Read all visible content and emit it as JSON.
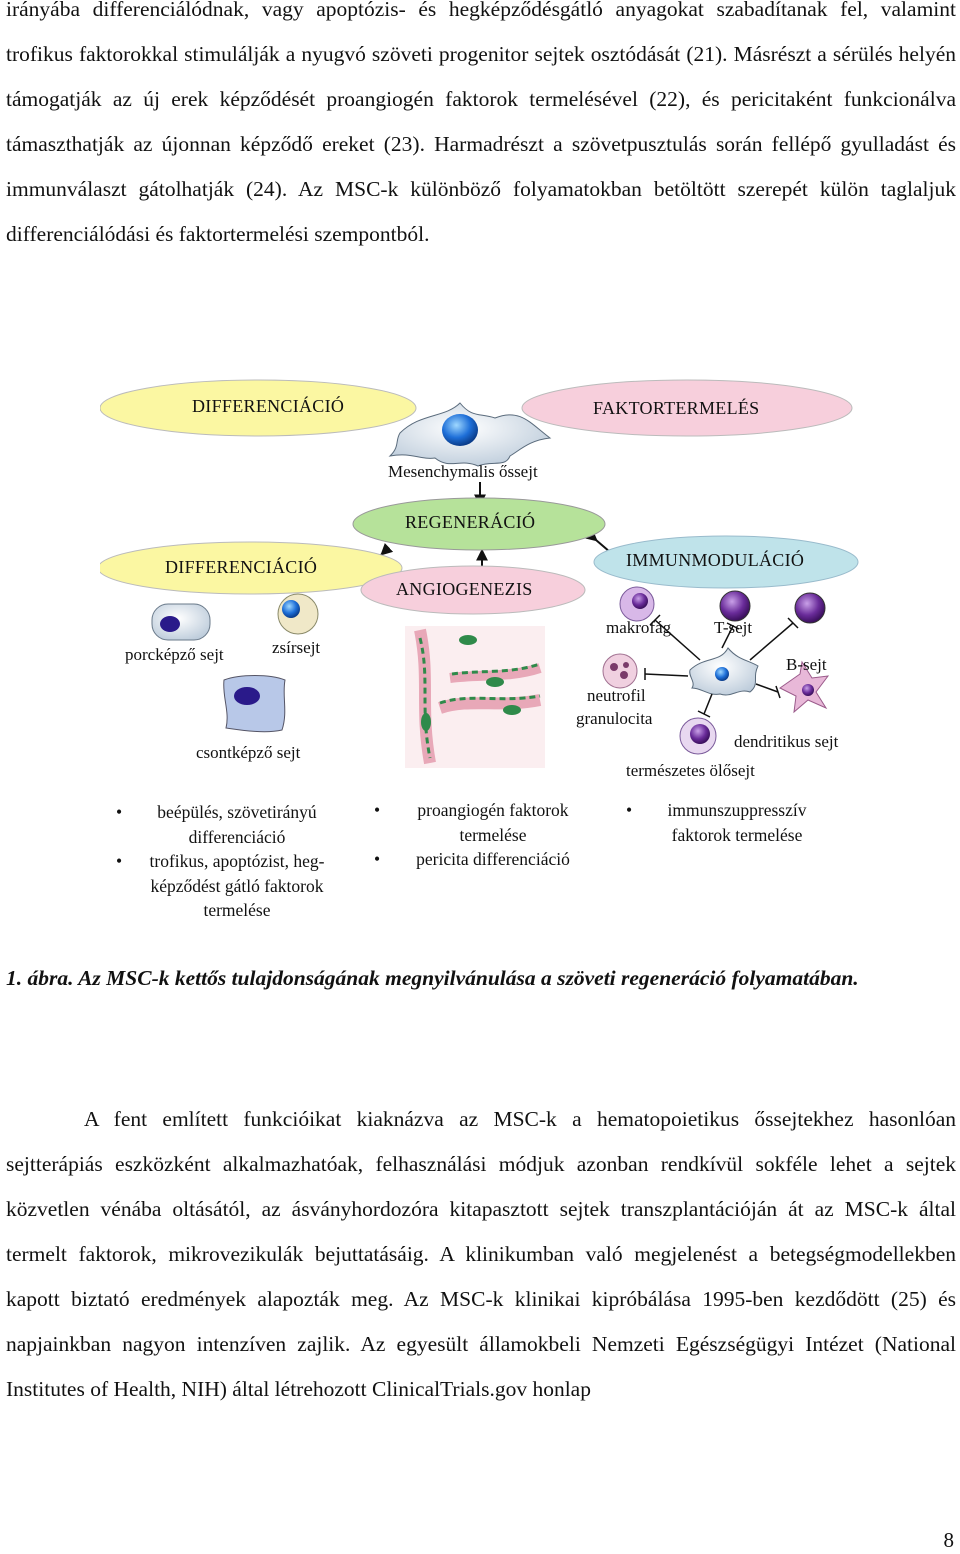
{
  "paragraph1": "irányába differenciálódnak, vagy apoptózis- és hegképződésgátló anyagokat szabadítanak fel, valamint trofikus faktorokkal stimulálják a nyugvó szöveti progenitor sejtek osztódását (21). Másrészt a sérülés helyén támogatják az új erek képződését proangiogén faktorok termelésével (22), és pericitaként funkcionálva támaszthatják az újonnan képződő ereket (23). Harmadrészt a szövetpusztulás során fellépő gyulladást és immunválaszt gátolhatják (24). Az MSC-k különböző folyamatokban betöltött szerepét külön taglaljuk differenciálódási és faktortermelési szempontból.",
  "figure": {
    "oval_differenciacio_top": "DIFFERENCIÁCIÓ",
    "oval_faktortermeles": "FAKTORTERMELÉS",
    "center_cell_label": "Mesenchymalis őssejt",
    "oval_regeneracio": "REGENERÁCIÓ",
    "oval_differenciacio": "DIFFERENCIÁCIÓ",
    "oval_angiogenezis": "ANGIOGENEZIS",
    "oval_immunmodulacio": "IMMUNMODULÁCIÓ",
    "cell_porckepzo": "porcképző sejt",
    "cell_zsirsejt": "zsírsejt",
    "cell_csontkepzo": "csontképző sejt",
    "cell_makrofag": "makrofág",
    "cell_tsejt": "T-sejt",
    "cell_bsejt": "B-sejt",
    "cell_neutrofil_1": "neutrofil",
    "cell_neutrofil_2": "granulocita",
    "cell_dendritikus": "dendritikus sejt",
    "cell_nk": "természetes ölősejt",
    "bullet_symbol": "•",
    "list_left": [
      [
        "beépülés, szövetirányú",
        "differenciáció"
      ],
      [
        "trofikus, apoptózist, heg-",
        "képződést gátló faktorok",
        "termelése"
      ]
    ],
    "list_middle": [
      [
        "proangiogén faktorok",
        "termelése"
      ],
      [
        "pericita differenciáció"
      ]
    ],
    "list_right": [
      [
        "immunszuppresszív",
        "faktorok termelése"
      ]
    ],
    "colors": {
      "yellow_oval": "#fbf7a2",
      "pink_oval": "#f7cfdc",
      "green_oval": "#b6e29a",
      "blue_oval": "#bfe3ea",
      "cell_blue": "#1e6fd8",
      "cell_purple": "#6a2c9a"
    }
  },
  "caption": "1. ábra. Az MSC-k kettős tulajdonságának megnyilvánulása a szöveti regeneráció folyamatában.",
  "paragraph2": "A fent említett funkcióikat kiaknázva az MSC-k a hematopoietikus őssejtekhez hasonlóan sejtterápiás eszközként alkalmazhatóak, felhasználási módjuk azonban rendkívül sokféle lehet a sejtek közvetlen vénába oltásától, az ásványhordozóra kitapasztott sejtek transzplantációján át az MSC-k által termelt faktorok, mikrovezikulák bejuttatásáig. A klinikumban való megjelenést a betegségmodellekben kapott biztató eredmények alapozták meg. Az MSC-k klinikai kipróbálása 1995-ben kezdődött (25) és napjainkban nagyon intenzíven zajlik. Az egyesült államokbeli Nemzeti Egészségügyi Intézet (National Institutes of Health, NIH) által létrehozott ClinicalTrials.gov honlap",
  "page_number": "8"
}
